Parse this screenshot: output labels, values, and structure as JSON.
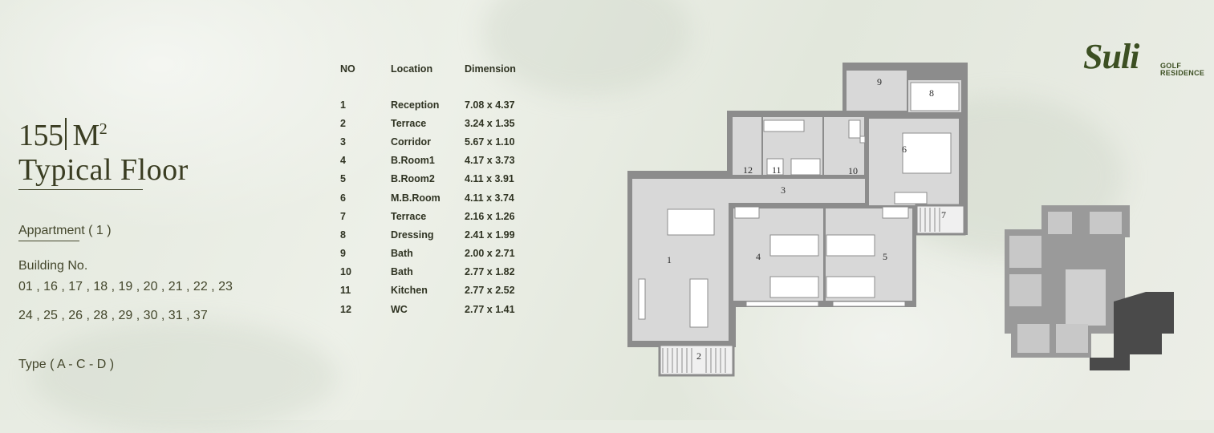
{
  "heading": {
    "area_number": "155",
    "area_unit": "M",
    "area_sup": "2",
    "floor": "Typical Floor"
  },
  "apartment": "Appartment ( 1 )",
  "building": {
    "label": "Building No.",
    "row1": "01 , 16 , 17 , 18 , 19 , 20 , 21 , 22 , 23",
    "row2": "24 , 25 , 26 , 28 , 29 , 30 , 31 , 37"
  },
  "type": "Type ( A - C - D )",
  "table": {
    "headers": [
      "NO",
      "Location",
      "Dimension"
    ],
    "rows": [
      [
        "1",
        "Reception",
        "7.08 x 4.37"
      ],
      [
        "2",
        "Terrace",
        "3.24 x 1.35"
      ],
      [
        "3",
        "Corridor",
        "5.67 x 1.10"
      ],
      [
        "4",
        "B.Room1",
        "4.17 x 3.73"
      ],
      [
        "5",
        "B.Room2",
        "4.11 x 3.91"
      ],
      [
        "6",
        "M.B.Room",
        "4.11 x 3.74"
      ],
      [
        "7",
        "Terrace",
        "2.16 x 1.26"
      ],
      [
        "8",
        "Dressing",
        "2.41 x 1.99"
      ],
      [
        "9",
        "Bath",
        "2.00 x 2.71"
      ],
      [
        "10",
        "Bath",
        "2.77 x 1.82"
      ],
      [
        "11",
        "Kitchen",
        "2.77 x 2.52"
      ],
      [
        "12",
        "WC",
        "2.77 x 1.41"
      ]
    ]
  },
  "plan_labels": [
    "1",
    "2",
    "3",
    "4",
    "5",
    "6",
    "7",
    "8",
    "9",
    "10",
    "11",
    "12"
  ],
  "logo": {
    "script": "Suli",
    "line1": "GOLF",
    "line2": "RESIDENCE"
  },
  "colors": {
    "text": "#3a3d22",
    "wall": "#8a8a8a",
    "room": "#d9d9d9",
    "accent": "#3c4f22",
    "dark": "#4a4a4a"
  }
}
